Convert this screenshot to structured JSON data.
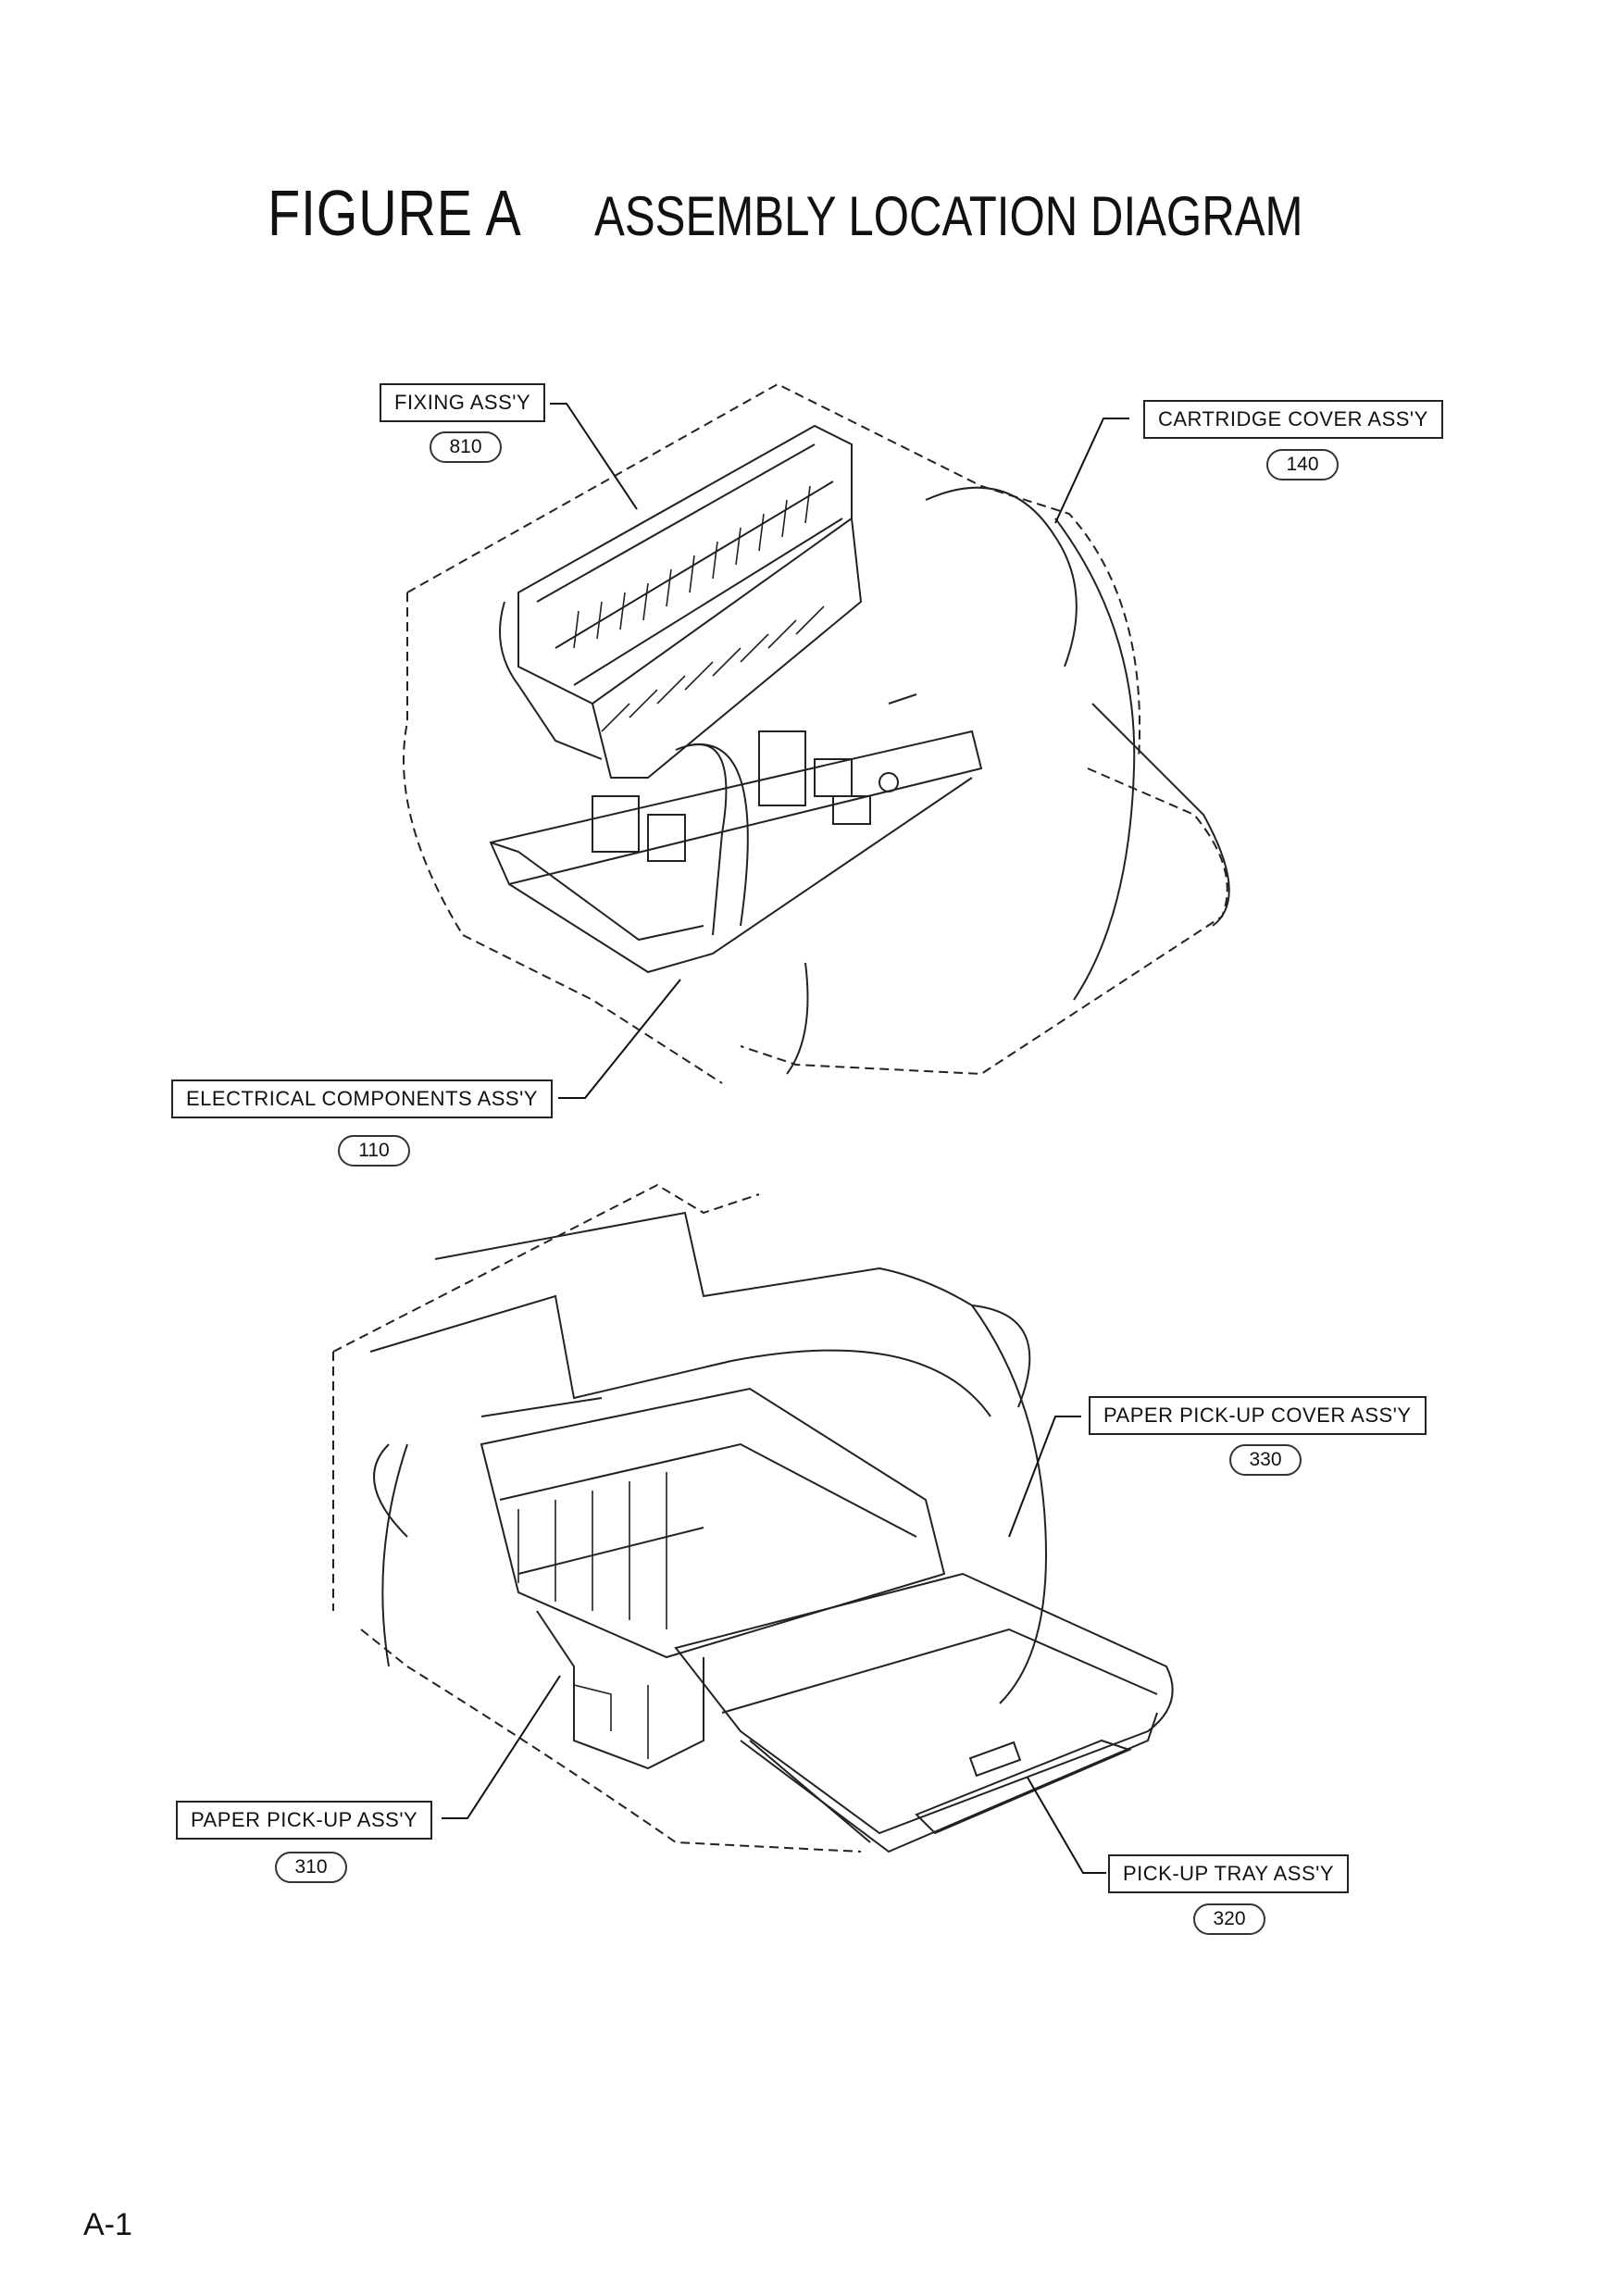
{
  "title": {
    "figure": "FIGURE A",
    "subtitle": "ASSEMBLY LOCATION DIAGRAM"
  },
  "callouts": {
    "fixing": {
      "label": "FIXING ASS'Y",
      "number": "810"
    },
    "cartridge_cover": {
      "label": "CARTRIDGE COVER ASS'Y",
      "number": "140"
    },
    "electrical": {
      "label": "ELECTRICAL COMPONENTS ASS'Y",
      "number": "110"
    },
    "paper_pickup_cover": {
      "label": "PAPER PICK-UP COVER ASS'Y",
      "number": "330"
    },
    "paper_pickup": {
      "label": "PAPER PICK-UP ASS'Y",
      "number": "310"
    },
    "pickup_tray": {
      "label": "PICK-UP TRAY ASS'Y",
      "number": "320"
    }
  },
  "page_number": "A-1"
}
